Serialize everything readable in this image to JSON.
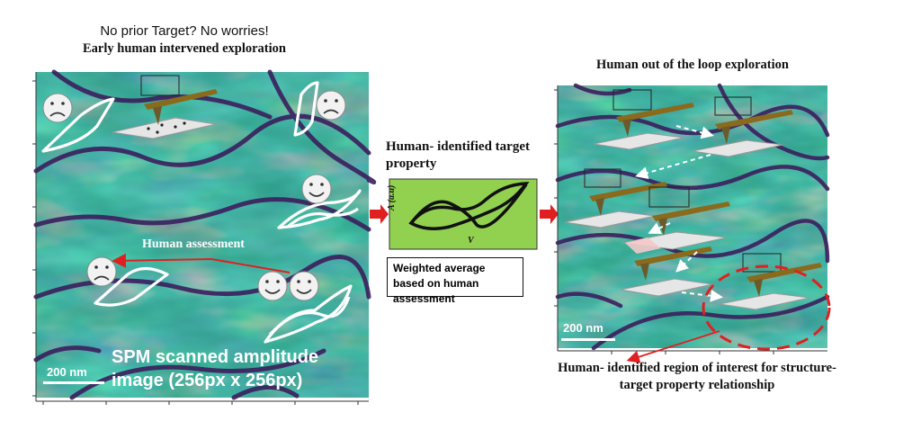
{
  "left_panel": {
    "title_top": "No prior Target? No worries!",
    "title": "Early human intervened exploration",
    "assessment_label": "Human assessment",
    "image_caption_line1": "SPM scanned amplitude",
    "image_caption_line2": "image (256px x 256px)",
    "scale_label": "200 nm"
  },
  "middle_panel": {
    "title": "Human- identified target property",
    "plot_ylabel": "A (a.u)",
    "plot_xlabel": "V",
    "plot_background": "#92d050",
    "weighted_text": "Weighted average based on human assessment"
  },
  "right_panel": {
    "title": "Human out of the loop exploration",
    "scale_label": "200 nm",
    "roi_caption": "Human- identified region of interest for structure-target property relationship"
  },
  "colors": {
    "arrow_red": "#e02020",
    "domain_dark": "#3b1f5e",
    "domain_mid": "#1f8f8a",
    "domain_light": "#b8d84a",
    "cantilever": "#8a6a1c"
  }
}
